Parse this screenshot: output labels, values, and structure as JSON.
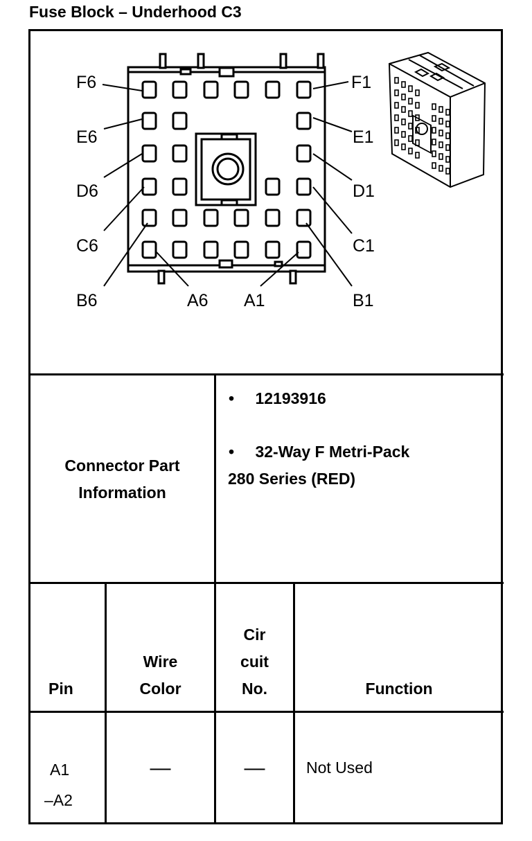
{
  "title": "Fuse Block – Underhood C3",
  "diagram": {
    "pin_labels_left": [
      "F6",
      "E6",
      "D6",
      "C6",
      "B6"
    ],
    "pin_labels_right": [
      "F1",
      "E1",
      "D1",
      "C1",
      "B1"
    ],
    "pin_labels_bottom": [
      "A6",
      "A1"
    ]
  },
  "connector_info": {
    "label": "Connector Part Information",
    "part_number": "12193916",
    "description_line1": "32-Way F Metri-Pack",
    "description_line2": "280 Series (RED)"
  },
  "table": {
    "headers": {
      "pin": "Pin",
      "wire_color_1": "Wire",
      "wire_color_2": "Color",
      "circuit_1": "Cir",
      "circuit_2": "cuit",
      "circuit_3": "No.",
      "function": "Function"
    },
    "rows": [
      {
        "pin_1": "A1",
        "pin_2": "–A2",
        "wire_color": "—",
        "circuit": "—",
        "function": "Not Used"
      }
    ]
  }
}
